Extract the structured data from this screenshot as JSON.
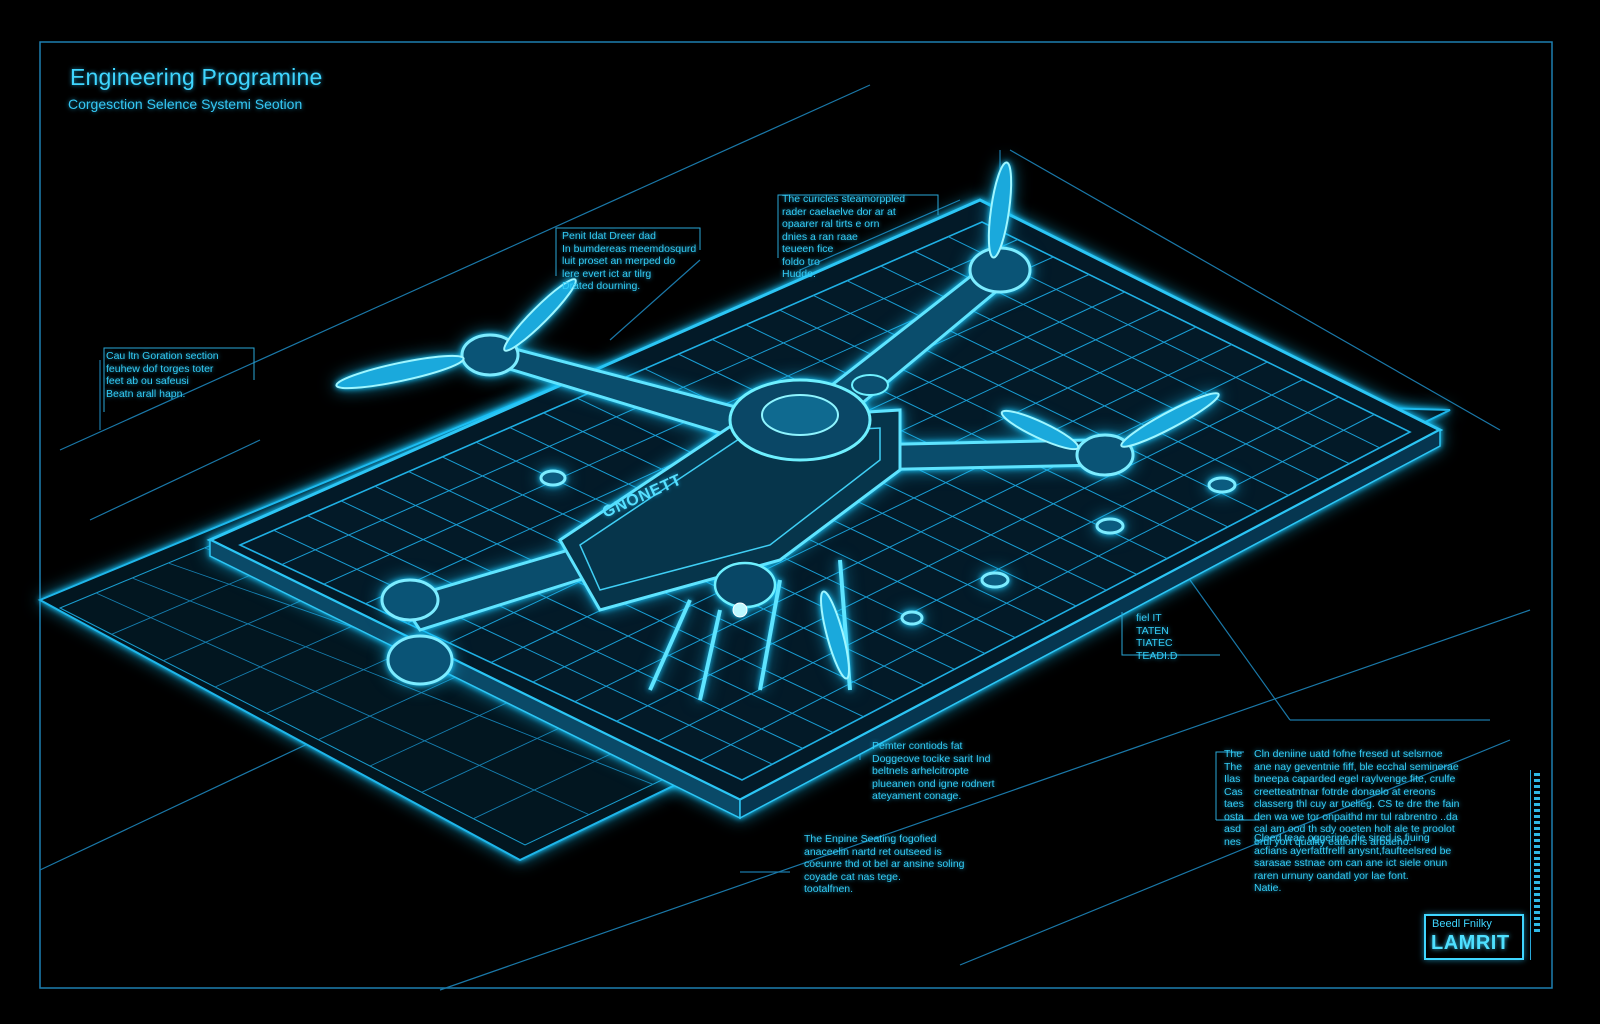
{
  "header": {
    "title": "Engineering Programine",
    "subtitle": "Corgesction Selence Systemi Seotion"
  },
  "drone": {
    "body_label": "GNONETT"
  },
  "callouts": [
    {
      "id": "left",
      "text": "Cau ltn Goration section\nfeuhew dof torges toter\nfeet ab ou safeusi\nBeatn arall hapn."
    },
    {
      "id": "top-center",
      "text": "Penit Idat Dreer dad\nIn bumdereas meemdosqurd\nluit proset an merped do\nlere evert ict ar tilrg\nDrated dourning."
    },
    {
      "id": "top-right",
      "text": "The curicles steamorppled\nrader caelaelve dor ar at\nopaarer ral tirts e orn\ndnies a ran raae\nteueen fice\nfoldo tro\nHudde."
    },
    {
      "id": "mid-right",
      "text": "fiel IT\nTATEN\nTIATEC\nTEADI.D"
    },
    {
      "id": "center-bottom",
      "text": "Pemter contiods fat\nDoggeove tocike sarit Ind\nbeltnels arhelcitropte\nplueanen ond igne rodnert\nateyament conage."
    },
    {
      "id": "bottom-center",
      "text": "The Enpine Seating fogofied\nanaceelin nartd ret outseed is\ncoeunre thd ot bel ar ansine soling\ncoyade cat nas tege.\ntootalfnen."
    },
    {
      "id": "bottom-right-side",
      "text": "The\nThe\nIlas\nCas\ntaes\nosta\nasd\nnes"
    },
    {
      "id": "bottom-right",
      "text": "Cln deniine uatd fofne fresed ut selsrnoe\nane nay geventnie fiff, ble ecchal seminerae\nbneepa caparded egel raylvenge fite, crulfe\ncreetteatntnar fotrde donaelo at ereons\nclasserg thl cuy ar toclieg. CS te dre the fain\nden wa we tor onpaithd mr tul rabrentro ..da\ncal am ood th sdy ooeten holt ale te proolot\nerul yort quality eation is arbaeno."
    },
    {
      "id": "bottom-right-2",
      "text": "Cleed teae oggerine die sired is fiuing\nacfians ayerfattfrelfl anysnt,faufteelsred be\nsarasae sstnae om can ane ict siele onun\nraren urnuny oandatl yor lae font.\nNatie."
    }
  ],
  "stamp": {
    "top": "Beedl Fnilky",
    "main": "LAMRIT"
  },
  "colors": {
    "background": "#000000",
    "line": "#1fb6ea",
    "glow": "#3fdcff",
    "fill": "#073c55"
  }
}
